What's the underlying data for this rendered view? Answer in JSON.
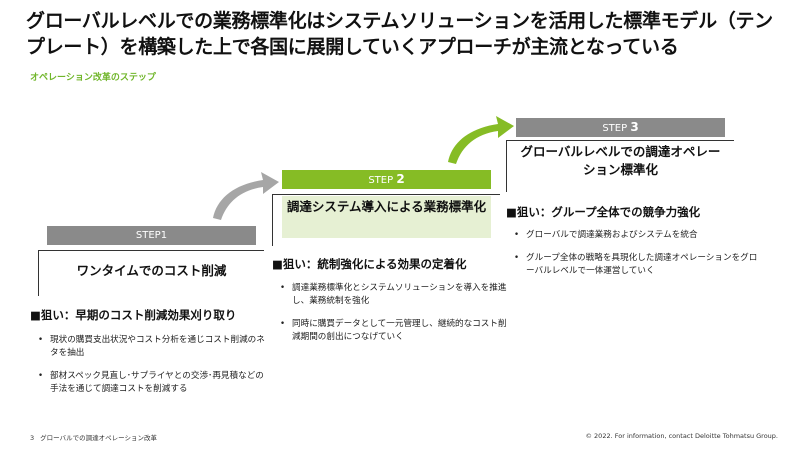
{
  "title": "グローバルレベルでの業務標準化はシステムソリューションを活用した標準モデル（テンプレート）を構築した上で各国に展開していくアプローチが主流となっている",
  "subtitle": "オペレーション改革のステップ",
  "steps": [
    {
      "label": "STEP1",
      "label_prefix": "",
      "label_num": "",
      "heading": "ワンタイムでのコスト削減",
      "aim": "■狙い：早期のコスト削減効果刈り取り",
      "bullets": [
        "現状の購買支出状況やコスト分析を通じコスト削減のネタを抽出",
        "部材スペック見直し･サプライヤとの交渉･再見積などの手法を通じて調達コストを削減する"
      ],
      "color": "#8a8a8a"
    },
    {
      "label": "",
      "label_prefix": "STEP ",
      "label_num": "2",
      "heading": "調達システム導入による業務標準化",
      "aim": "■狙い：統制強化による効果の定着化",
      "bullets": [
        "調達業務標準化とシステムソリューションを導入を推進し、業務統制を強化",
        "同時に購買データとして一元管理し、継続的なコスト削減期間の創出につなげていく"
      ],
      "color": "#86bc25"
    },
    {
      "label": "",
      "label_prefix": "STEP ",
      "label_num": "3",
      "heading": "グローバルレベルでの調達オペレーション標準化",
      "aim": "■狙い：グループ全体での競争力強化",
      "bullets": [
        "グローバルで調達業務およびシステムを統合",
        "グループ全体の戦略を具現化した調達オペレーションをグローバルレベルで一体運営していく"
      ],
      "color": "#8a8a8a"
    }
  ],
  "footer": {
    "page": "3",
    "doc_title": "グローバルでの調達オペレーション改革",
    "copyright": "© 2022. For information, contact Deloitte Tohmatsu Group."
  },
  "colors": {
    "accent_green": "#86bc25",
    "accent_green_light": "#e6f0d3",
    "step_gray": "#8a8a8a",
    "subtitle_green": "#70b62a"
  },
  "icons": [
    "curved-arrow-gray-icon",
    "curved-arrow-green-icon"
  ]
}
